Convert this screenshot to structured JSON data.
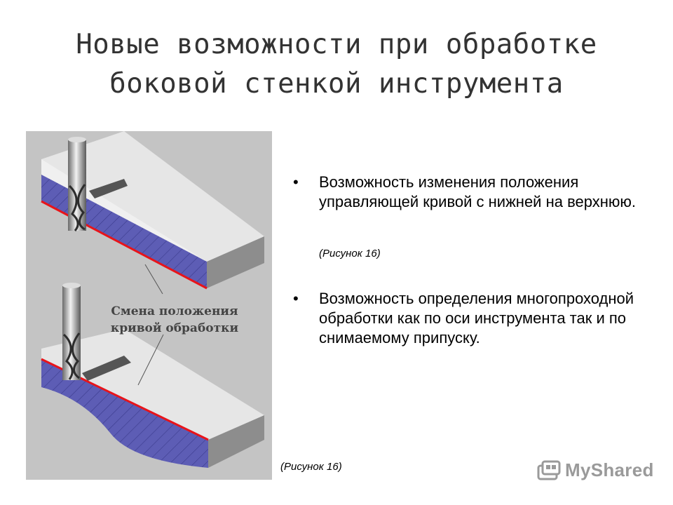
{
  "slide": {
    "title_line1": "Новые возможности при обработке",
    "title_line2": "боковой стенкой инструмента",
    "bullet_glyph": "•",
    "bullets": [
      {
        "text": "Возможность изменения положения управляющей кривой с нижней на верхнюю."
      },
      {
        "text": "Возможность определения многопроходной обработки как по оси инструмента так и по снимаемому припуску."
      }
    ],
    "figure_ref_1": "(Рисунок 16)",
    "figure_ref_2": "(Рисунок 16)",
    "figure_caption_line1": "Смена положения",
    "figure_caption_line2": "кривой обработки",
    "logo_text": "MyShared"
  },
  "colors": {
    "figure_bg": "#c4c4c4",
    "wall_hatch": "#5d5db5",
    "curve_red": "#e8141a",
    "block_top": "#e6e6e6"
  },
  "icons": [
    "cutter-tool-icon",
    "myshared-logo-icon"
  ]
}
